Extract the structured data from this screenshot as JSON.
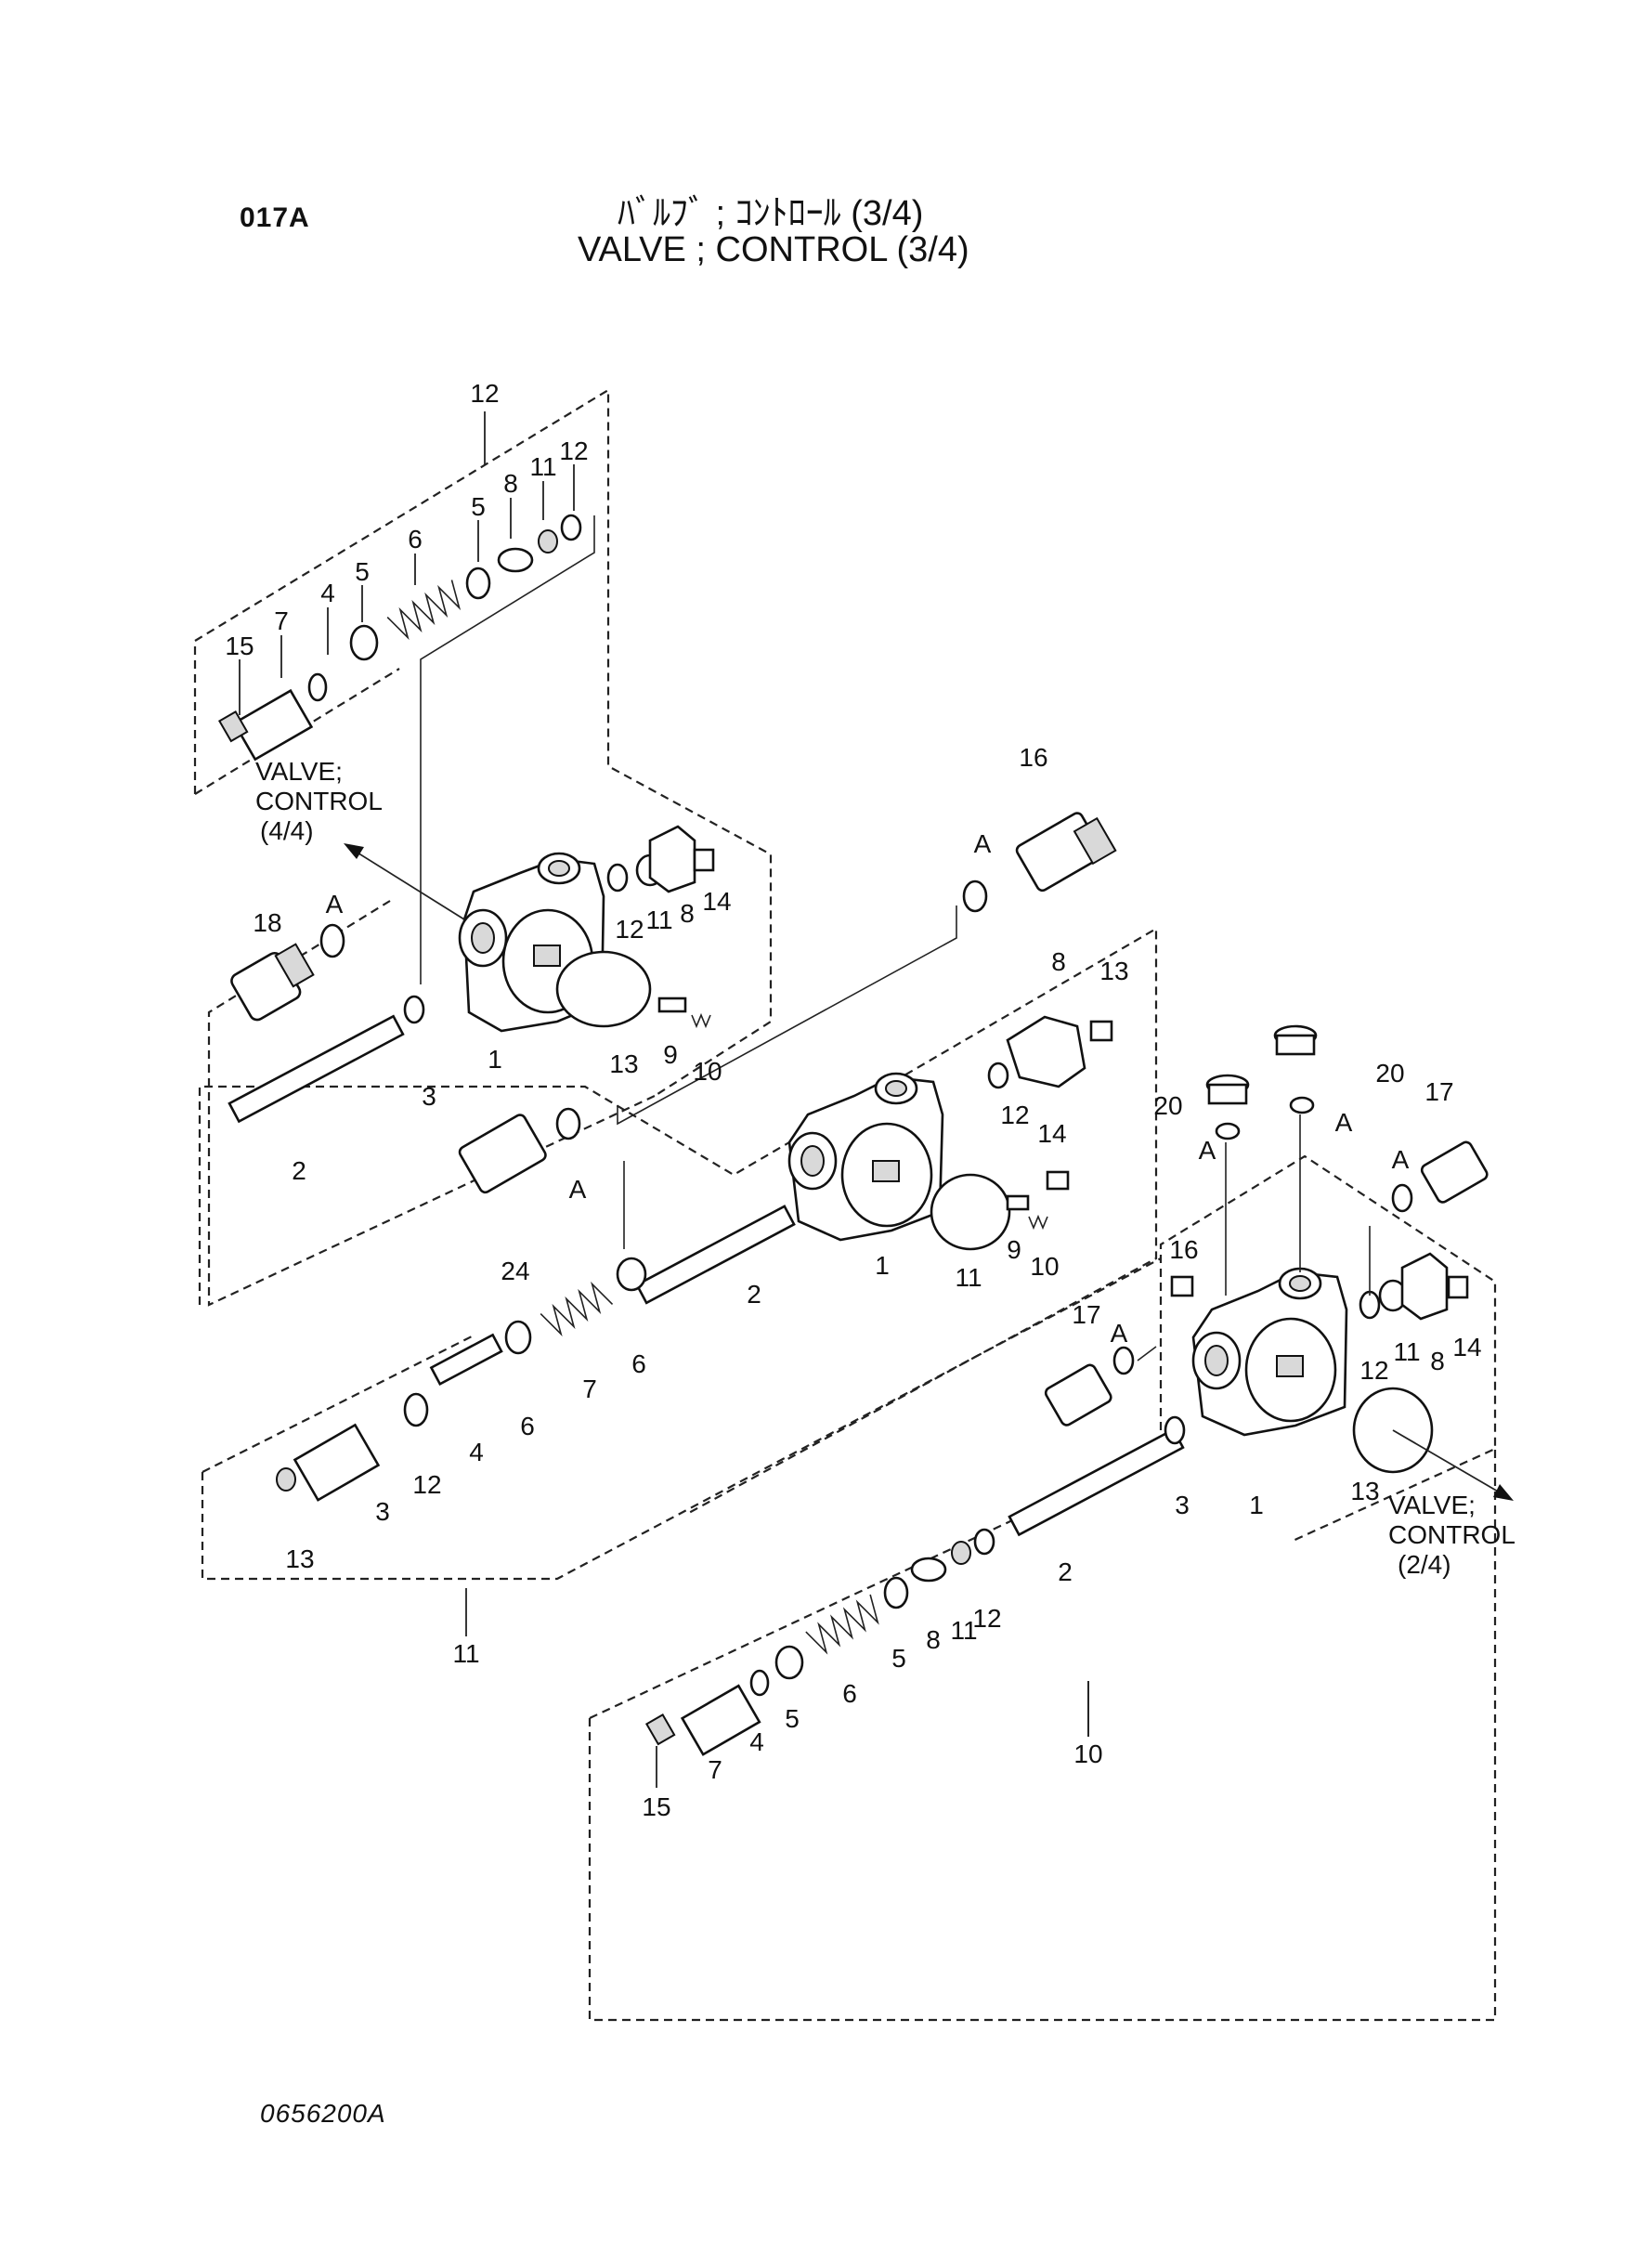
{
  "header": {
    "code": "017A",
    "title_jp": "ﾊﾞﾙﾌﾞ ; ｺﾝﾄﾛｰﾙ (3/4)",
    "title_en": "VALVE ; CONTROL (3/4)"
  },
  "footer": {
    "drawing_number": "0656200A"
  },
  "references": {
    "valve_4_4": [
      "VALVE;",
      "CONTROL",
      "(4/4)"
    ],
    "valve_2_4": [
      "VALVE;",
      "CONTROL",
      "(2/4)"
    ]
  },
  "group_labels": {
    "a": "A",
    "n1": "1",
    "n2": "2",
    "n3": "3",
    "n4": "4",
    "n5": "5",
    "n6": "6",
    "n7": "7",
    "n8": "8",
    "n9": "9",
    "n10": "10",
    "n11": "11",
    "n12": "12",
    "n13": "13",
    "n14": "14",
    "n15": "15",
    "n16": "16",
    "n17": "17",
    "n18": "18",
    "n20": "20",
    "n24": "24"
  }
}
